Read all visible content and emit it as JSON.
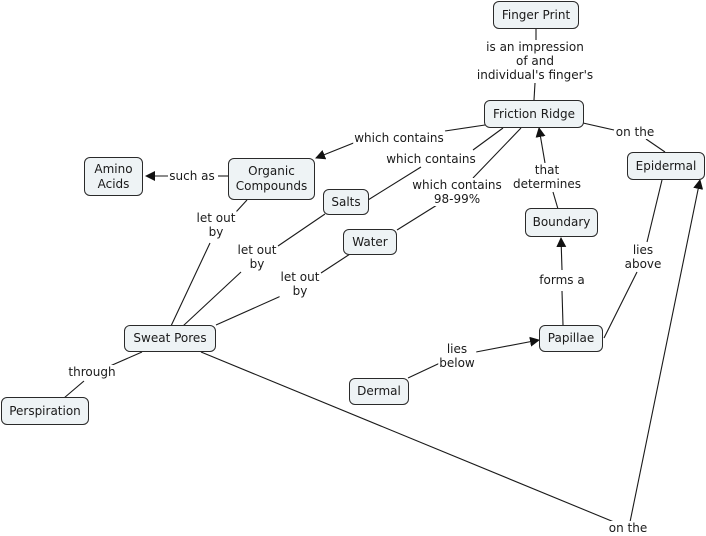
{
  "concepts": {
    "finger_print": "Finger Print",
    "friction_ridge": "Friction Ridge",
    "epidermal": "Epidermal",
    "amino_acids": "Amino\nAcids",
    "organic_compounds": "Organic\nCompounds",
    "salts": "Salts",
    "water": "Water",
    "boundary": "Boundary",
    "sweat_pores": "Sweat Pores",
    "papillae": "Papillae",
    "dermal": "Dermal",
    "perspiration": "Perspiration"
  },
  "links": {
    "impression": "is an impression\nof and\nindividual's finger's",
    "on_the_1": "on the",
    "which_contains_1": "which contains",
    "which_contains_2": "which contains",
    "which_contains_3": "which contains\n98-99%",
    "such_as": "such as",
    "that_determines": "that\ndetermines",
    "let_out_by_1": "let out\nby",
    "let_out_by_2": "let out\nby",
    "let_out_by_3": "let out\nby",
    "lies_above": "lies\nabove",
    "forms_a": "forms a",
    "through": "through",
    "lies_below": "lies\nbelow",
    "on_the_2": "on the"
  },
  "colors": {
    "node_fill": "#eef3f5",
    "line": "#1a1a1a"
  }
}
